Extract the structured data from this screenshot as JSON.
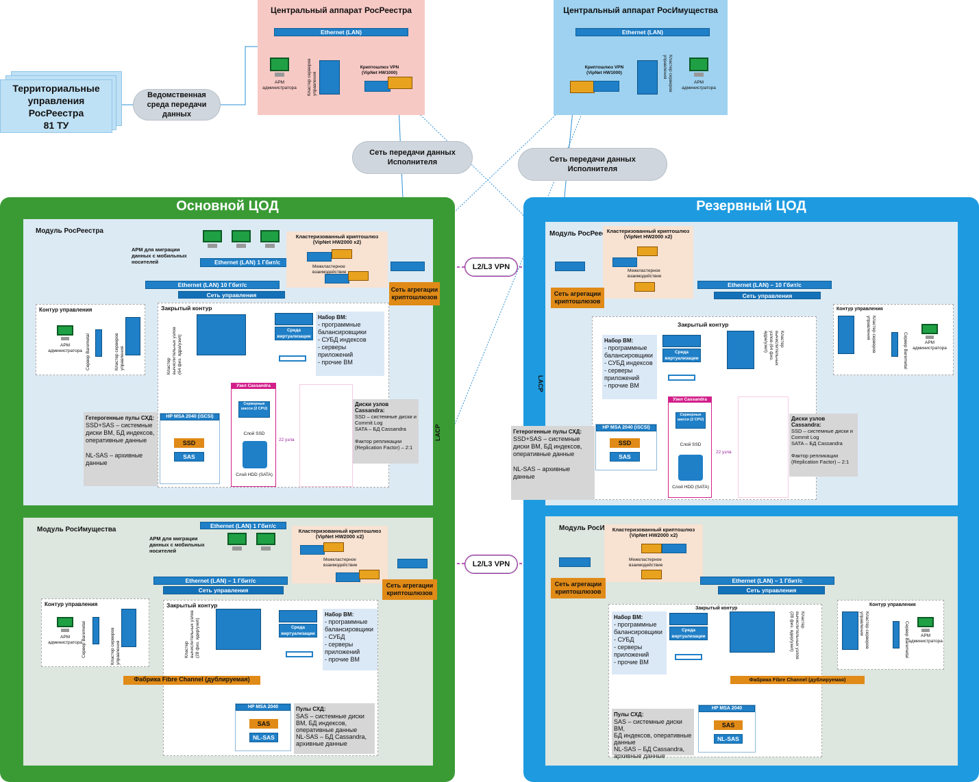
{
  "top": {
    "rosreestr_central": {
      "title": "Центральный аппарат РосРеестра",
      "lan": "Ethernet (LAN)",
      "arm": "АРМ администратора",
      "cluster": "Кластер серверов управления",
      "crypto": "Криптошлюз VPN (VipNet HW1000)"
    },
    "rosimush_central": {
      "title": "Центральный аппарат РосИмущества",
      "lan": "Ethernet (LAN)",
      "arm": "АРМ администратора",
      "cluster": "Кластер серверов управления",
      "crypto": "Криптошлюз VPN (VipNet HW1000)"
    },
    "territorial": {
      "line1": "Территориальные",
      "line2": "управления",
      "line3": "РосРеестра",
      "line4": "81 ТУ"
    },
    "cloud_dept": "Ведомственная среда передачи данных",
    "cloud_net1": "Сеть передачи данных Исполнителя",
    "cloud_net2": "Сеть передачи данных Исполнителя"
  },
  "main_dc": {
    "title": "Основной ЦОД",
    "lacp": "LACP",
    "rosreestr": {
      "title": "Модуль РосРеестра",
      "arm_migration": "АРМ для миграции данных с мобильных носителей",
      "lan_1g": "Ethernet (LAN) 1 Гбит/с",
      "lan_10g": "Ethernet (LAN) 10 Гбит/с",
      "mgmt": "Сеть управления",
      "crypto": "Кластеризованный криптошлюз (VipNet HW2000 x2)",
      "intercluster": "Межкластерное взаимодействие",
      "agg": "Сеть агрегации криптошлюзов",
      "contour_mgmt": "Контур управления",
      "arm_admin": "АРМ администратора",
      "baremetal": "Сервер Baremetal",
      "mgmt_cluster": "Кластер серверов управления",
      "closed": "Закрытый контур",
      "compute": "Кластер вычислительных узлов (64 физ. ядра/узел)",
      "vm_set_title": "Набор ВМ:",
      "vm_set_lines": [
        "- программные",
        "балансировщики",
        "- СУБД индексов",
        "- серверы",
        "приложений",
        "- прочие ВМ"
      ],
      "virt": "Среда виртуализации (RHStack)",
      "cassandra": "Узел Cassandra",
      "cassandra_srv": "Серверные шасси (2 CPU)",
      "ssd_layer": "Слой SSD",
      "hdd_layer": "Слой HDD (SATA)",
      "nodes": "22 узла",
      "disks_title": "Диски узлов Cassandra:",
      "disks_lines": [
        "SSD – системные диски и Commit Log",
        "SATA – БД Cassandra",
        "",
        "Фактор репликации",
        "(Replication Factor) – 2:1"
      ],
      "pools_title": "Гетерогенные пулы СХД:",
      "pools_lines": [
        "SSD+SAS – системные",
        "диски ВМ, БД индексов,",
        "оперативные данные",
        "",
        "NL-SAS – архивные",
        "данные"
      ],
      "msa": "HP MSA 2040 (iSCSI)",
      "ssd": "SSD",
      "sas": "SAS"
    },
    "rosimush": {
      "title": "Модуль РосИмущества",
      "arm_migration": "АРМ для миграции данных с мобильных носителей",
      "lan_1g": "Ethernet (LAN) 1 Гбит/с",
      "lan": "Ethernet (LAN) – 1 Гбит/с",
      "mgmt": "Сеть управления",
      "crypto": "Кластеризованный криптошлюз (VipNet HW2000 x2)",
      "intercluster": "Межкластерное взаимодействие",
      "agg": "Сеть агрегации криптошлюзов",
      "contour_mgmt": "Контур управления",
      "arm_admin": "АРМ администратора",
      "baremetal": "Сервер Baremetal",
      "mgmt_cluster": "Кластер серверов управления",
      "closed": "Закрытый контур",
      "compute": "Кластер вычислительных узлов (28 физ. ядер/узел)",
      "vm_set_title": "Набор ВМ:",
      "vm_set_lines": [
        "- программные",
        "балансировщики",
        "- СУБД",
        "- серверы",
        "приложений",
        "- прочие ВМ"
      ],
      "virt": "Среда виртуализации (RHStack)",
      "fc": "Фабрика Fibre Channel (дублируемая)",
      "msa": "HP MSA 2040",
      "pools_title": "Пулы СХД:",
      "pools_lines": [
        "SAS – системные диски",
        "ВМ, БД индексов,",
        "оперативные данные",
        "NL-SAS – БД Cassandra,",
        "архивные данные"
      ],
      "sas": "SAS",
      "nlsas": "NL-SAS"
    }
  },
  "backup_dc": {
    "title": "Резервный ЦОД",
    "lacp": "LACP",
    "rosreestr": {
      "title": "Модуль РосРеестра",
      "crypto": "Кластеризованный криптошлюз (VipNet HW2000 x2)",
      "intercluster": "Межкластерное взаимодействие",
      "agg": "Сеть агрегации криптошлюзов",
      "lan_10g": "Ethernet (LAN) – 10 Гбит/с",
      "mgmt": "Сеть управления",
      "closed": "Закрытый контур",
      "vm_set_title": "Набор ВМ:",
      "vm_set_lines": [
        "- программные",
        "балансировщики",
        "- СУБД индексов",
        "- серверы",
        "приложений",
        "- прочие ВМ"
      ],
      "virt": "Среда виртуализации (RHStack)",
      "compute": "Кластер вычислительных узлов (64 физ. ядра/узел)",
      "pools_title": "Гетерогенные пулы СХД:",
      "pools_lines": [
        "SSD+SAS – системные",
        "диски ВМ, БД индексов,",
        "оперативные данные",
        "",
        "NL-SAS – архивные данные"
      ],
      "msa": "HP MSA 2040 (iSCSI)",
      "ssd": "SSD",
      "sas": "SAS",
      "cassandra": "Узел Cassandra",
      "cassandra_srv": "Серверные шасси (2 CPU)",
      "ssd_layer": "Слой SSD",
      "hdd_layer": "Слой HDD (SATA)",
      "nodes": "22 узла",
      "disks_title": "Диски узлов Cassandra:",
      "disks_lines": [
        "SSD – системные диски и",
        "Commit Log",
        "SATA – БД Cassandra",
        "",
        "Фактор репликации",
        "(Replication Factor) – 2:1"
      ],
      "contour_mgmt": "Контур управления",
      "mgmt_cluster": "Кластер серверов управления",
      "baremetal": "Сервер Baremetal",
      "arm_admin": "АРМ администратора"
    },
    "rosimush": {
      "title": "Модуль РосИмущества",
      "crypto": "Кластеризованный криптошлюз (VipNet HW2000 x2)",
      "intercluster": "Межкластерное взаимодействие",
      "agg": "Сеть агрегации криптошлюзов",
      "lan": "Ethernet (LAN) – 1 Гбит/с",
      "mgmt": "Сеть управления",
      "closed": "Закрытый контур",
      "vm_set_title": "Набор ВМ:",
      "vm_set_lines": [
        "- программные",
        "балансировщики",
        "- СУБД",
        "- серверы",
        "приложений",
        "- прочие ВМ"
      ],
      "virt": "Среда виртуализации (RHStack)",
      "compute": "Кластер вычислительных узлов (28 физ. ядер/узел)",
      "fc": "Фабрика Fibre Channel (дублируемая)",
      "msa": "HP MSA 2040",
      "pools_title": "Пулы СХД:",
      "pools_lines": [
        "SAS – системные диски ВМ,",
        "БД индексов, оперативные",
        "данные",
        "NL-SAS – БД Cassandra,",
        "архивные данные"
      ],
      "sas": "SAS",
      "nlsas": "NL-SAS",
      "contour_mgmt": "Контур управления",
      "mgmt_cluster": "Кластер серверов управления",
      "baremetal": "Сервер Baremetal",
      "arm_admin": "АРМ администратора"
    }
  },
  "links": {
    "vpn1": "L2/L3 VPN",
    "vpn2": "L2/L3 VPN"
  },
  "colors": {
    "main_dc": "#3a9b35",
    "backup_dc": "#1e9be0",
    "module_bg": "#dceaf4",
    "module2_bg": "#dde6df",
    "accent_blue": "#1f7fc7",
    "orange": "#e08a17"
  }
}
